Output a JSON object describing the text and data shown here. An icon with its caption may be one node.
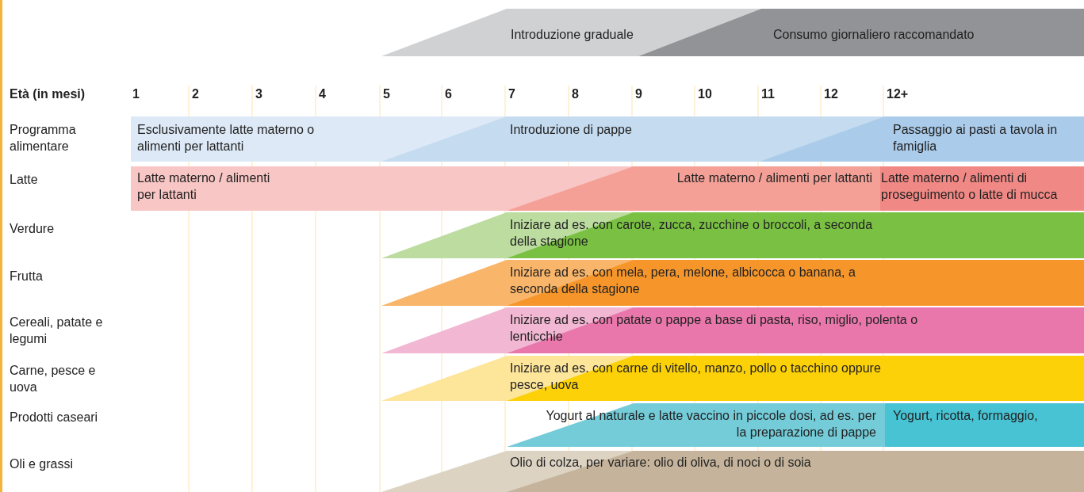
{
  "diagram": {
    "nodes": [
      {
        "text": [
          "Introduzione graduale"
        ]
      },
      {
        "text": [
          "Consumo giornaliero raccomandato"
        ]
      },
      {
        "text": [
          "Esclusivamente latte materno o alimenti per lattanti"
        ]
      },
      {
        "text": [
          "Introduzione di pappe"
        ]
      },
      {
        "text": [
          "Passaggio ai pasti a tavola in famiglia"
        ]
      },
      {
        "text": [
          "Latte materno / alimenti per lattanti"
        ]
      },
      {
        "text": [
          "Latte materno / alimenti per lattanti"
        ]
      },
      {
        "text": [
          "Latte materno / alimenti di proseguimento o latte di mucca"
        ]
      },
      {
        "text": [
          "Iniziare ad es. con carote, zucca, zucchine o broccoli, a seconda della stagione"
        ]
      },
      {
        "text": [
          "Iniziare ad es. con mela, pera, melone, albicocca o banana, a seconda della stagione"
        ]
      },
      {
        "text": [
          "Iniziare ad es. con patate o pappe a base di pasta, riso, miglio, polenta o lenticchie"
        ]
      },
      {
        "text": [
          "Iniziare ad es. con carne di vitello, manzo, pollo o tacchino oppure pesce, uova"
        ]
      },
      {
        "text": [
          "Yogurt al naturale e latte vaccino in piccole dosi, ad es. per la preparazione di pappe"
        ]
      },
      {
        "text": [
          "Yogurt, ricotta, formaggio,"
        ]
      },
      {
        "text": [
          "Olio di colza, per variare: olio di oliva, di noci o di soia"
        ]
      }
    ],
    "labels": [
      "Età (in mesi)",
      "1",
      "2",
      "3",
      "4",
      "5",
      "6",
      "7",
      "8",
      "9",
      "10",
      "11",
      "12",
      "12+",
      "Programma alimentare",
      "Latte",
      "Verdure",
      "Frutta",
      "Cereali, patate e legumi",
      "Carne, pesce e uova",
      "Prodotti caseari",
      "Oli e grassi"
    ]
  }
}
